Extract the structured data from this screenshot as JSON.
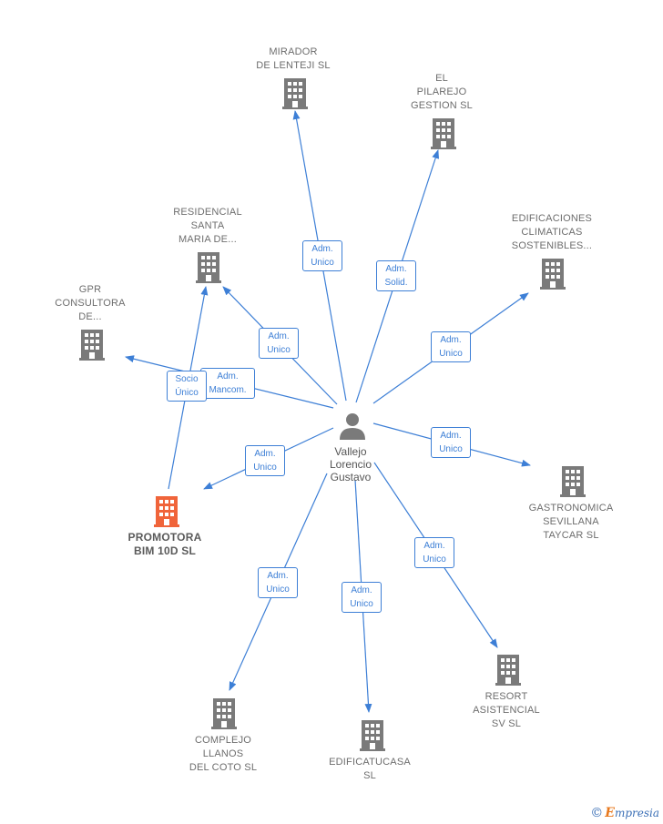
{
  "center": {
    "name_lines": [
      "Vallejo",
      "Lorencio",
      "Gustavo"
    ],
    "icon": "person-icon"
  },
  "companies": [
    {
      "id": "mirador",
      "lines": [
        "MIRADOR",
        "DE LENTEJI SL"
      ],
      "highlight": false
    },
    {
      "id": "pilarejo",
      "lines": [
        "EL",
        "PILAREJO",
        "GESTION SL"
      ],
      "highlight": false
    },
    {
      "id": "residencial",
      "lines": [
        "RESIDENCIAL",
        "SANTA",
        "MARIA DE..."
      ],
      "highlight": false
    },
    {
      "id": "edificaciones",
      "lines": [
        "EDIFICACIONES",
        "CLIMATICAS",
        "SOSTENIBLES..."
      ],
      "highlight": false
    },
    {
      "id": "gpr",
      "lines": [
        "GPR",
        "CONSULTORA",
        "DE..."
      ],
      "highlight": false
    },
    {
      "id": "gastronomica",
      "lines": [
        "GASTRONOMICA",
        "SEVILLANA",
        "TAYCAR  SL"
      ],
      "highlight": false
    },
    {
      "id": "promotora",
      "lines": [
        "PROMOTORA",
        "BIM 10D  SL"
      ],
      "highlight": true
    },
    {
      "id": "resort",
      "lines": [
        "RESORT",
        "ASISTENCIAL",
        "SV  SL"
      ],
      "highlight": false
    },
    {
      "id": "complejo",
      "lines": [
        "COMPLEJO",
        "LLANOS",
        "DEL COTO SL"
      ],
      "highlight": false
    },
    {
      "id": "edificatucasa",
      "lines": [
        "EDIFICATUCASA",
        "SL"
      ],
      "highlight": false
    }
  ],
  "roles": [
    {
      "id": "r-mirador",
      "lines": [
        "Adm.",
        "Unico"
      ]
    },
    {
      "id": "r-pilarejo",
      "lines": [
        "Adm.",
        "Solid."
      ]
    },
    {
      "id": "r-residencial",
      "lines": [
        "Adm.",
        "Unico"
      ]
    },
    {
      "id": "r-edificaciones",
      "lines": [
        "Adm.",
        "Unico"
      ]
    },
    {
      "id": "r-gpr",
      "lines": [
        "Adm.",
        "Mancom."
      ]
    },
    {
      "id": "r-socio",
      "lines": [
        "Socio",
        "Único"
      ]
    },
    {
      "id": "r-promotora",
      "lines": [
        "Adm.",
        "Unico"
      ]
    },
    {
      "id": "r-gastronomica",
      "lines": [
        "Adm.",
        "Unico"
      ]
    },
    {
      "id": "r-resort",
      "lines": [
        "Adm.",
        "Unico"
      ]
    },
    {
      "id": "r-complejo",
      "lines": [
        "Adm.",
        "Unico"
      ]
    },
    {
      "id": "r-edificatucasa",
      "lines": [
        "Adm.",
        "Unico"
      ]
    }
  ],
  "colors": {
    "edge": "#3d7fd6",
    "building": "#7a7a7a",
    "building_highlight": "#f0643a",
    "person": "#7a7a7a"
  },
  "watermark": {
    "symbol": "©",
    "brand_initial": "E",
    "brand_rest": "mpresia"
  }
}
